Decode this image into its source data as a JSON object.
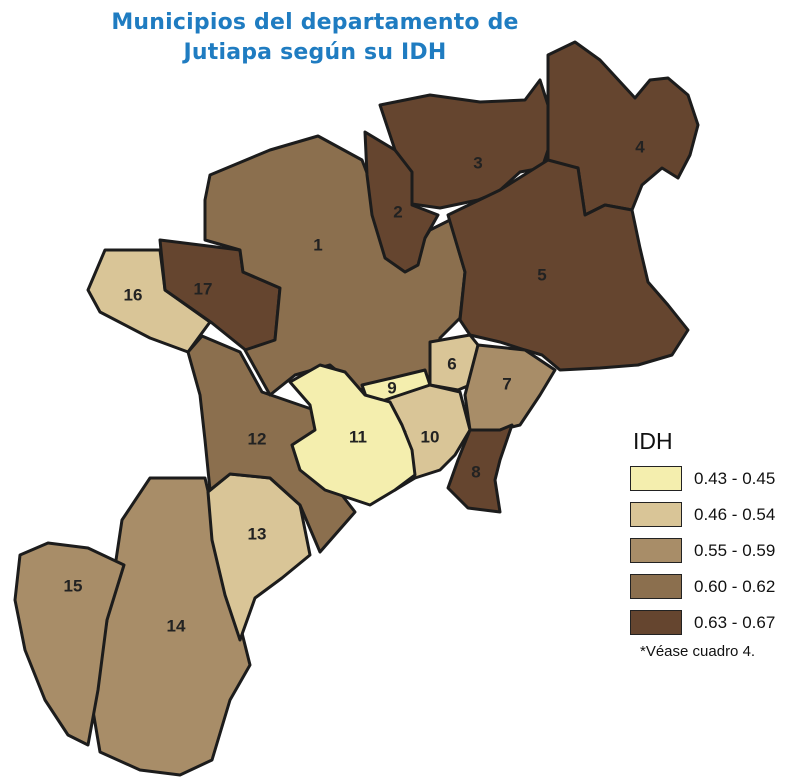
{
  "title": {
    "line1": "Municipios del departamento de",
    "line2": "Jutiapa según su IDH"
  },
  "colors": {
    "c1": "#f4eeae",
    "c2": "#d9c597",
    "c3": "#a88d68",
    "c4": "#8b6f4e",
    "c5": "#65452f"
  },
  "municipalities": [
    {
      "id": "1",
      "label": "1",
      "idh_class": "0.60 - 0.62"
    },
    {
      "id": "2",
      "label": "2",
      "idh_class": "0.63 - 0.67"
    },
    {
      "id": "3",
      "label": "3",
      "idh_class": "0.63 - 0.67"
    },
    {
      "id": "4",
      "label": "4",
      "idh_class": "0.63 - 0.67"
    },
    {
      "id": "5",
      "label": "5",
      "idh_class": "0.63 - 0.67"
    },
    {
      "id": "6",
      "label": "6",
      "idh_class": "0.46 - 0.54"
    },
    {
      "id": "7",
      "label": "7",
      "idh_class": "0.55 - 0.59"
    },
    {
      "id": "8",
      "label": "8",
      "idh_class": "0.63 - 0.67"
    },
    {
      "id": "9",
      "label": "9",
      "idh_class": "0.43 - 0.45"
    },
    {
      "id": "10",
      "label": "10",
      "idh_class": "0.46 - 0.54"
    },
    {
      "id": "11",
      "label": "11",
      "idh_class": "0.43 - 0.45"
    },
    {
      "id": "12",
      "label": "12",
      "idh_class": "0.60 - 0.62"
    },
    {
      "id": "13",
      "label": "13",
      "idh_class": "0.46 - 0.54"
    },
    {
      "id": "14",
      "label": "14",
      "idh_class": "0.55 - 0.59"
    },
    {
      "id": "15",
      "label": "15",
      "idh_class": "0.55 - 0.59"
    },
    {
      "id": "16",
      "label": "16",
      "idh_class": "0.46 - 0.54"
    },
    {
      "id": "17",
      "label": "17",
      "idh_class": "0.63 - 0.67"
    }
  ],
  "legend": {
    "title": "IDH",
    "items": [
      {
        "label": "0.43 - 0.45",
        "color": "#f4eeae"
      },
      {
        "label": "0.46 - 0.54",
        "color": "#d9c597"
      },
      {
        "label": "0.55 - 0.59",
        "color": "#a88d68"
      },
      {
        "label": "0.60 - 0.62",
        "color": "#8b6f4e"
      },
      {
        "label": "0.63 - 0.67",
        "color": "#65452f"
      }
    ],
    "footnote": "*Véase cuadro 4."
  }
}
